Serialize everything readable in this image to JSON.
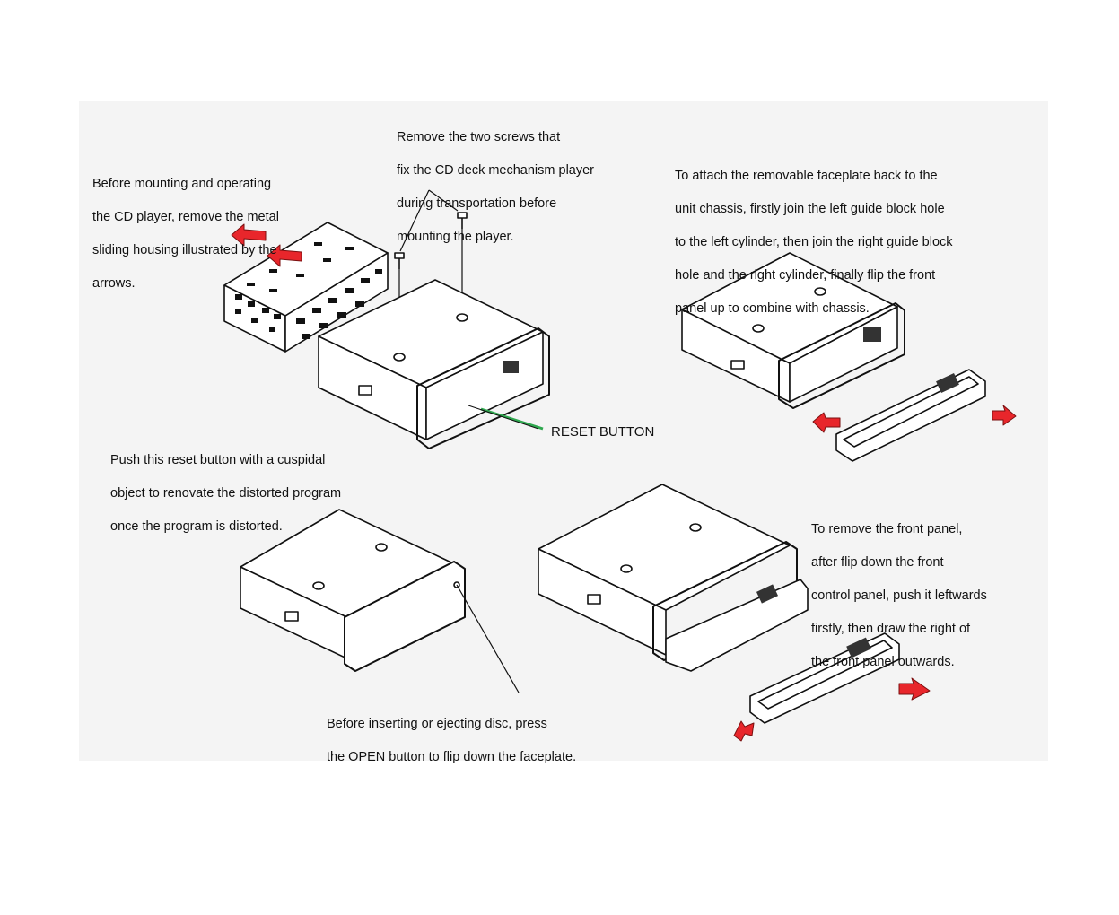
{
  "captions": {
    "metal_housing": [
      "Before mounting and operating",
      "the CD player, remove the metal",
      "sliding housing illustrated by the",
      "arrows."
    ],
    "screws": [
      "Remove the two screws that",
      "fix the CD deck mechanism player",
      "during transportation before",
      "mounting the player."
    ],
    "attach_faceplate": [
      "To attach the removable faceplate back to the",
      "unit chassis, firstly join the left guide block hole",
      "to the left cylinder, then join the right guide block",
      "hole and the right cylinder, finally flip the front",
      "panel up to combine with chassis."
    ],
    "reset_button_label": "RESET BUTTON",
    "reset_instruction": [
      "Push this reset button with a cuspidal",
      "object to renovate the distorted program",
      "once the program is distorted."
    ],
    "remove_panel": [
      "To remove the front panel,",
      "after flip down the front",
      "control panel, push it   leftwards",
      "firstly, then draw the right  of",
      "the front panel outwards."
    ],
    "open_button": [
      "Before inserting or ejecting disc, press",
      "the OPEN button to flip down the faceplate."
    ]
  },
  "colors": {
    "arrow": "#e8262b",
    "reset_pointer": "#2fa84f",
    "line": "#111111",
    "panel_bg": "#f4f4f4"
  }
}
